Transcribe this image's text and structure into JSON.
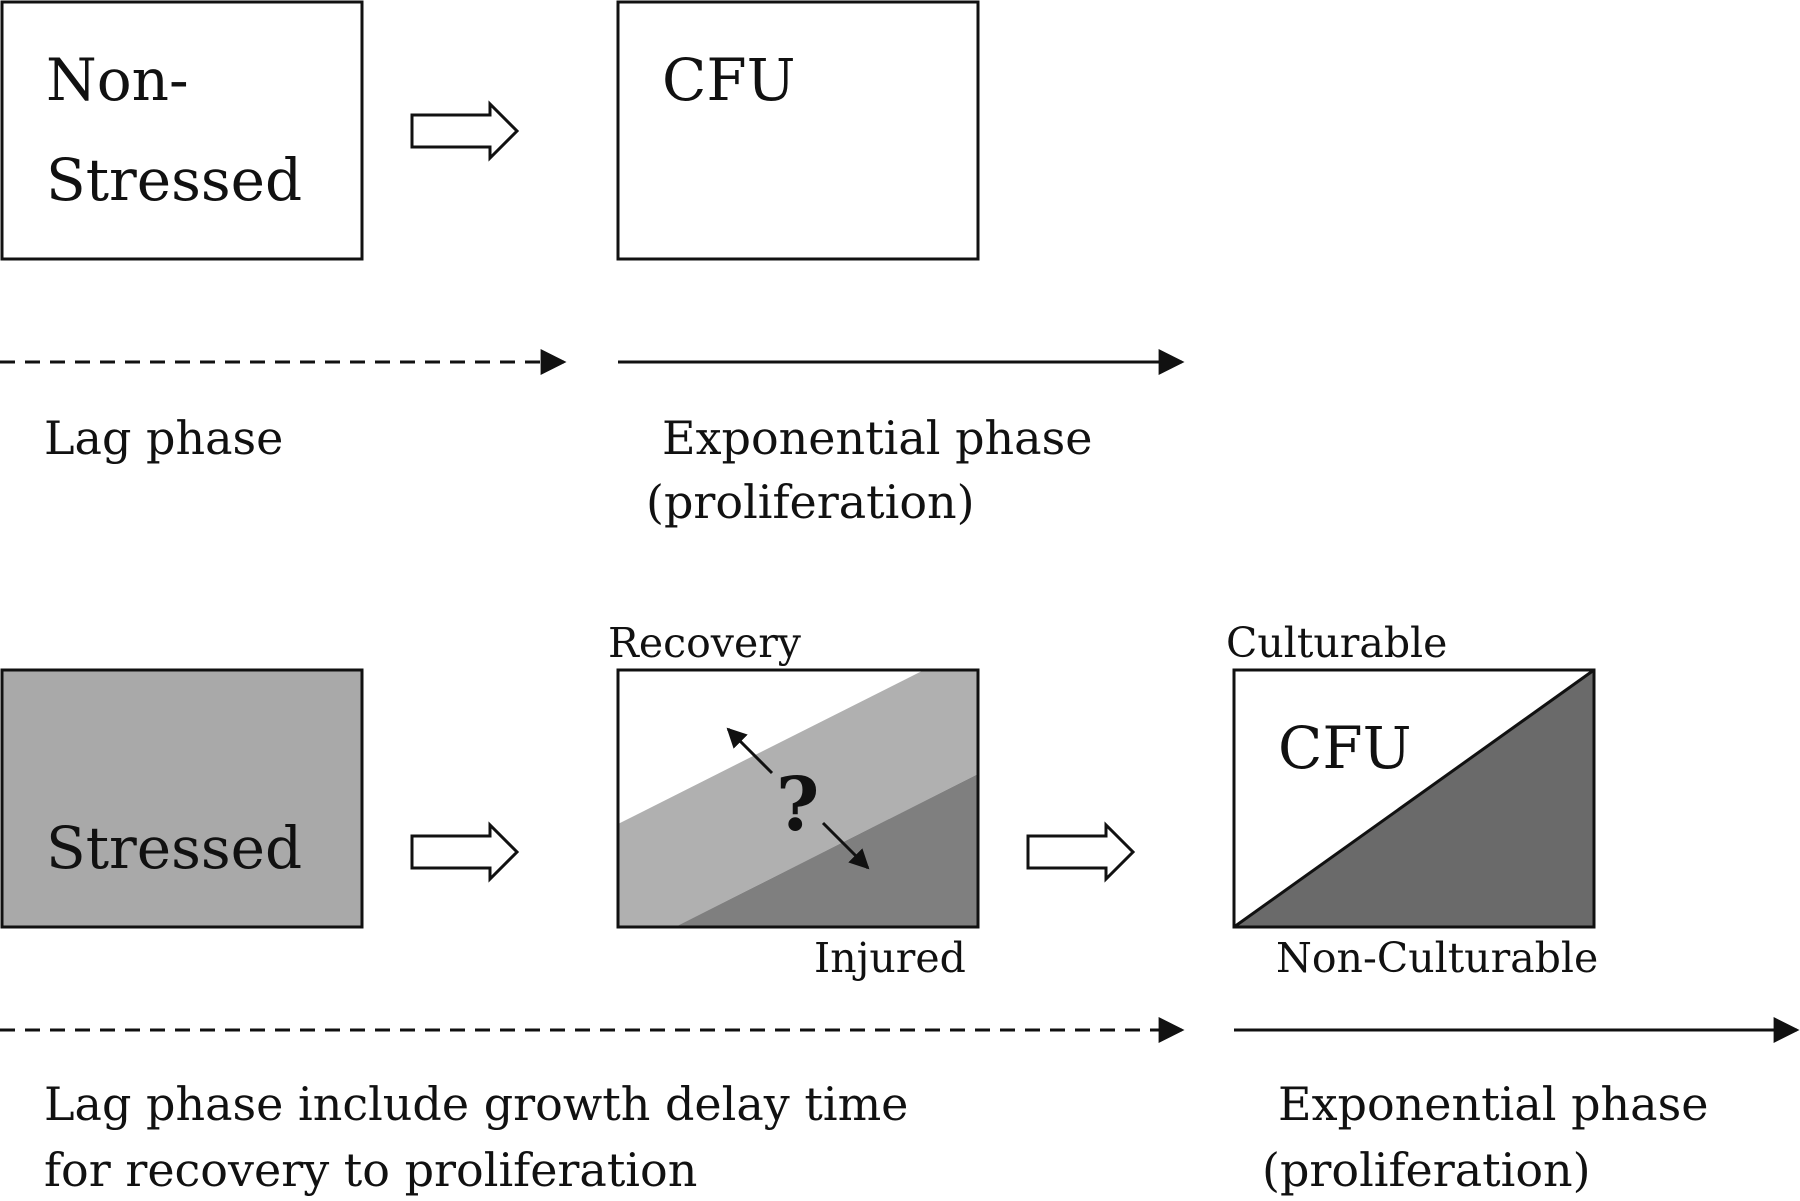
{
  "top_row": {
    "box1_label_line1": "Non-",
    "box1_label_line2": "Stressed",
    "box2_label": "CFU",
    "lag_label": "Lag phase",
    "exp_label_line1": "Exponential phase",
    "exp_label_line2": "(proliferation)"
  },
  "bottom_row": {
    "box1_label": "Stressed",
    "recovery_label": "Recovery",
    "injured_label": "Injured",
    "question_mark": "?",
    "culturable_label": "Culturable",
    "cfu_label": "CFU",
    "non_culturable_label": "Non-Culturable",
    "lag_label_line1": "Lag phase include growth delay time",
    "lag_label_line2": "for recovery to proliferation",
    "exp_label_line1": "Exponential phase",
    "exp_label_line2": "(proliferation)"
  },
  "colors": {
    "stressed_fill": "#a9a9a9",
    "recovery_band": "#b0b0b0",
    "injured_fill": "#7f7f7f",
    "non_culturable_fill": "#6a6a6a",
    "stroke": "#111111"
  }
}
